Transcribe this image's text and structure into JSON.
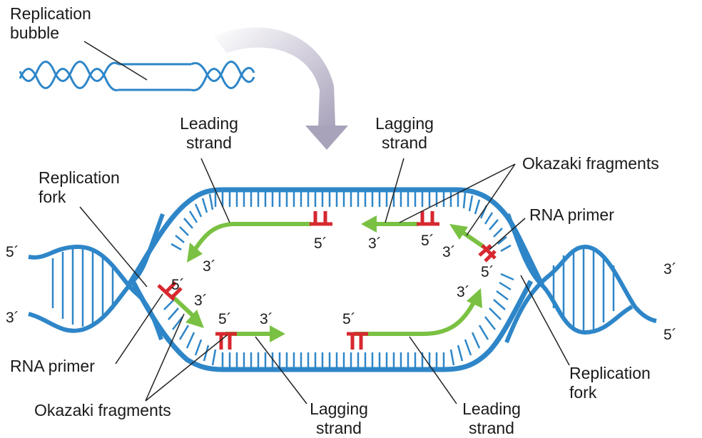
{
  "labels": {
    "replication_bubble": "Replication\nbubble",
    "leading_strand_top": "Leading\nstrand",
    "lagging_strand_top": "Lagging\nstrand",
    "okazaki_fragments_top": "Okazaki fragments",
    "rna_primer_top": "RNA primer",
    "replication_fork_left": "Replication\nfork",
    "replication_fork_right": "Replication\nfork",
    "rna_primer_bottom": "RNA primer",
    "okazaki_fragments_bottom": "Okazaki fragments",
    "lagging_strand_bottom": "Lagging\nstrand",
    "leading_strand_bottom": "Leading\nstrand"
  },
  "ends": {
    "left_top": "5´",
    "left_bottom": "3´",
    "right_top": "3´",
    "right_bottom": "5´",
    "top_primer1": "5´",
    "top_lag_3": "3´",
    "top_primer2": "5´",
    "top_okazaki_3": "3´",
    "top_right_5": "5´",
    "top_leading_3": "3´",
    "bot_left_5": "5´",
    "bot_left_3": "3´",
    "bot_mid_5": "5´",
    "bot_mid_3": "3´",
    "bot_leading_5": "5´",
    "bot_leading_3": "3´"
  },
  "colors": {
    "dna": "#2e86c8",
    "new_strand": "#7ac143",
    "primer": "#d7282f",
    "arrow_curve": "#b9b4c6",
    "leader_line": "#222222"
  }
}
